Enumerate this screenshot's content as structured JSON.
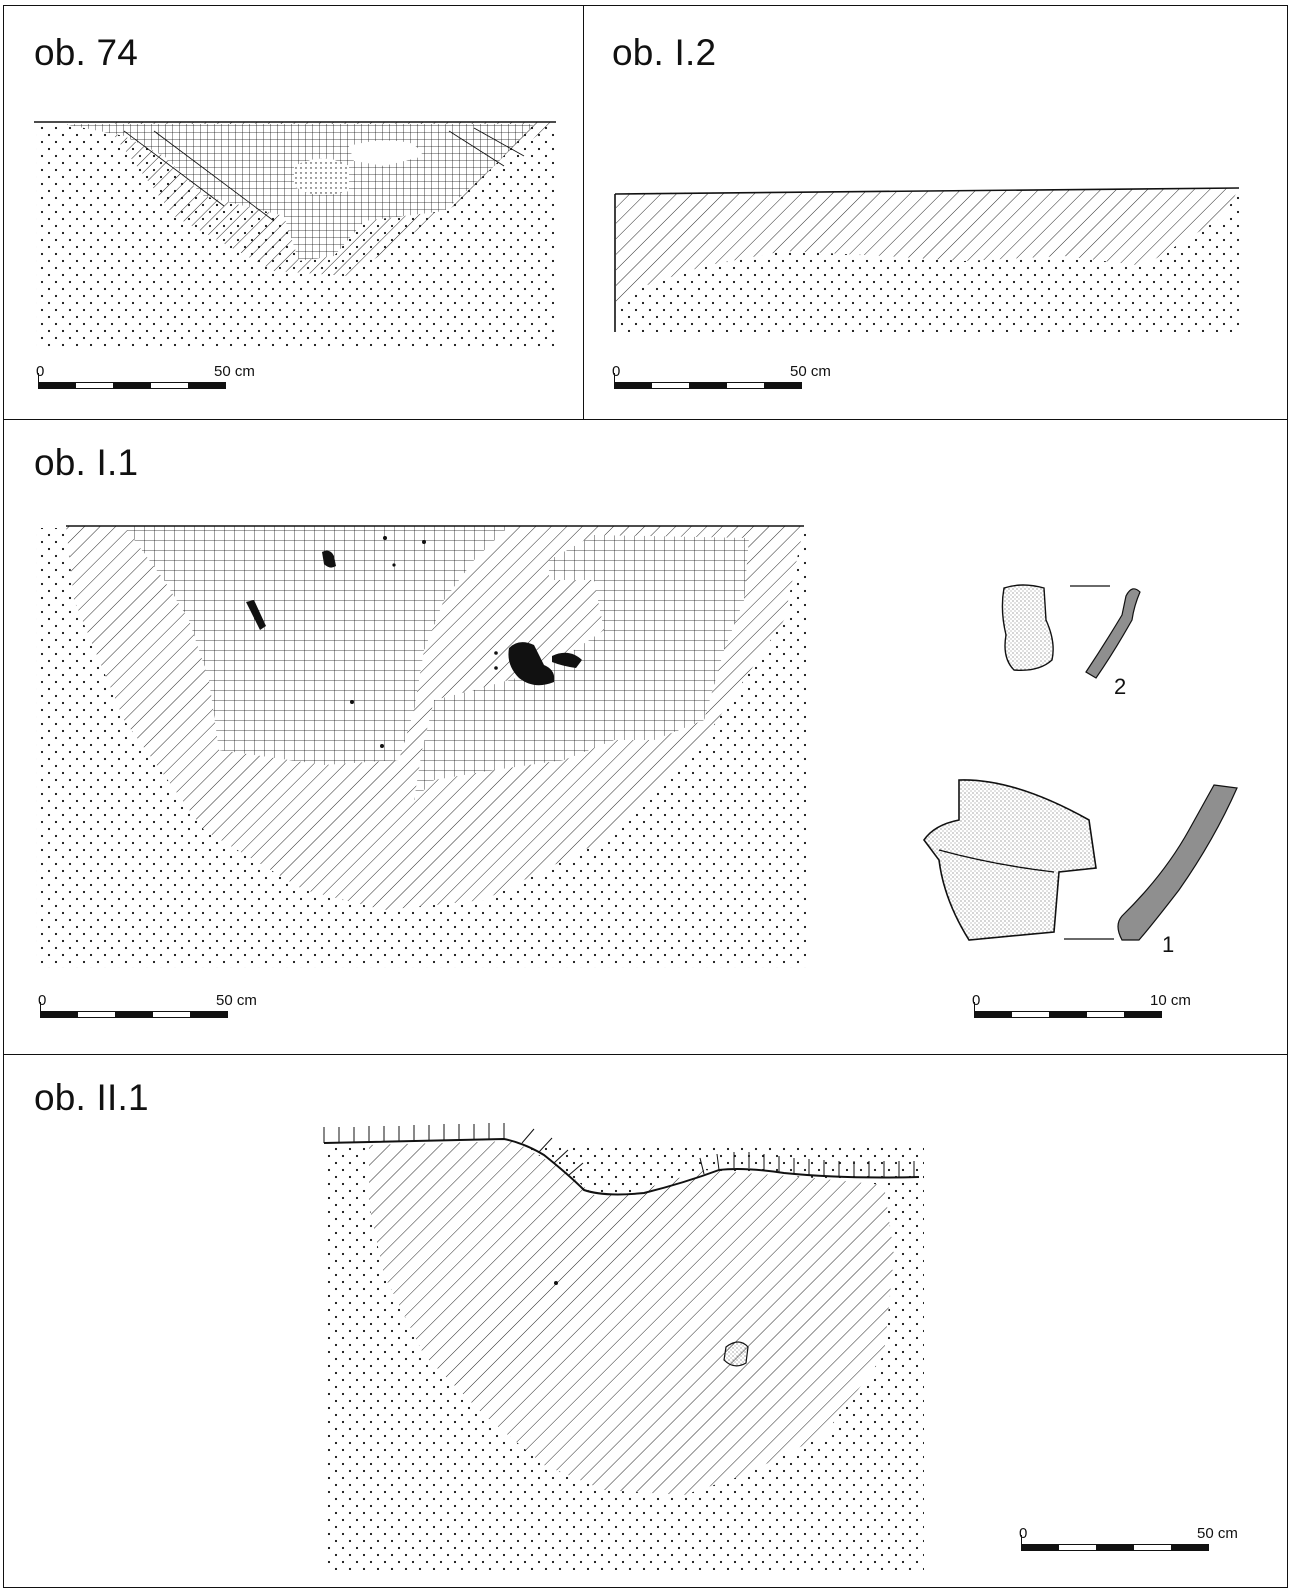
{
  "panels": {
    "p74": {
      "title": "ob. 74",
      "scale_start": "0",
      "scale_end": "50 cm"
    },
    "pI2": {
      "title": "ob. I.2",
      "scale_start": "0",
      "scale_end": "50 cm"
    },
    "pI1": {
      "title": "ob. I.1",
      "scale_start": "0",
      "scale_end": "50 cm",
      "finds_scale_start": "0",
      "finds_scale_end": "10 cm",
      "find_1": "1",
      "find_2": "2"
    },
    "pII1": {
      "title": "ob. II.1",
      "scale_start": "0",
      "scale_end": "50 cm"
    }
  },
  "legend_patterns": [
    "dots",
    "diagonal-hatch",
    "grid-hatch",
    "solid-black"
  ],
  "colors": {
    "ink": "#111111",
    "section_fill": "#8f8f8f"
  }
}
